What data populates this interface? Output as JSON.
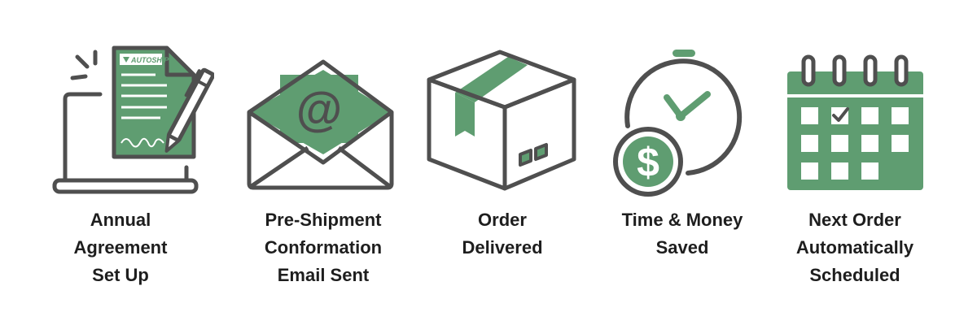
{
  "colors": {
    "accent": "#5f9d71",
    "outline": "#4f4f4f",
    "text": "#1e1e1e",
    "background": "#ffffff"
  },
  "steps": [
    {
      "icon": "laptop-contract-signature-icon",
      "brand": "AUTOSHIP",
      "label_lines": [
        "Annual",
        "Agreement",
        "Set Up"
      ]
    },
    {
      "icon": "envelope-at-email-icon",
      "symbol": "@",
      "label_lines": [
        "Pre-Shipment",
        "Conformation",
        "Email Sent"
      ]
    },
    {
      "icon": "shipping-box-icon",
      "label_lines": [
        "Order",
        "Delivered"
      ]
    },
    {
      "icon": "stopwatch-dollar-icon",
      "symbol": "$",
      "label_lines": [
        "Time & Money",
        "Saved"
      ]
    },
    {
      "icon": "calendar-check-icon",
      "label_lines": [
        "Next Order",
        "Automatically",
        "Scheduled"
      ]
    }
  ]
}
